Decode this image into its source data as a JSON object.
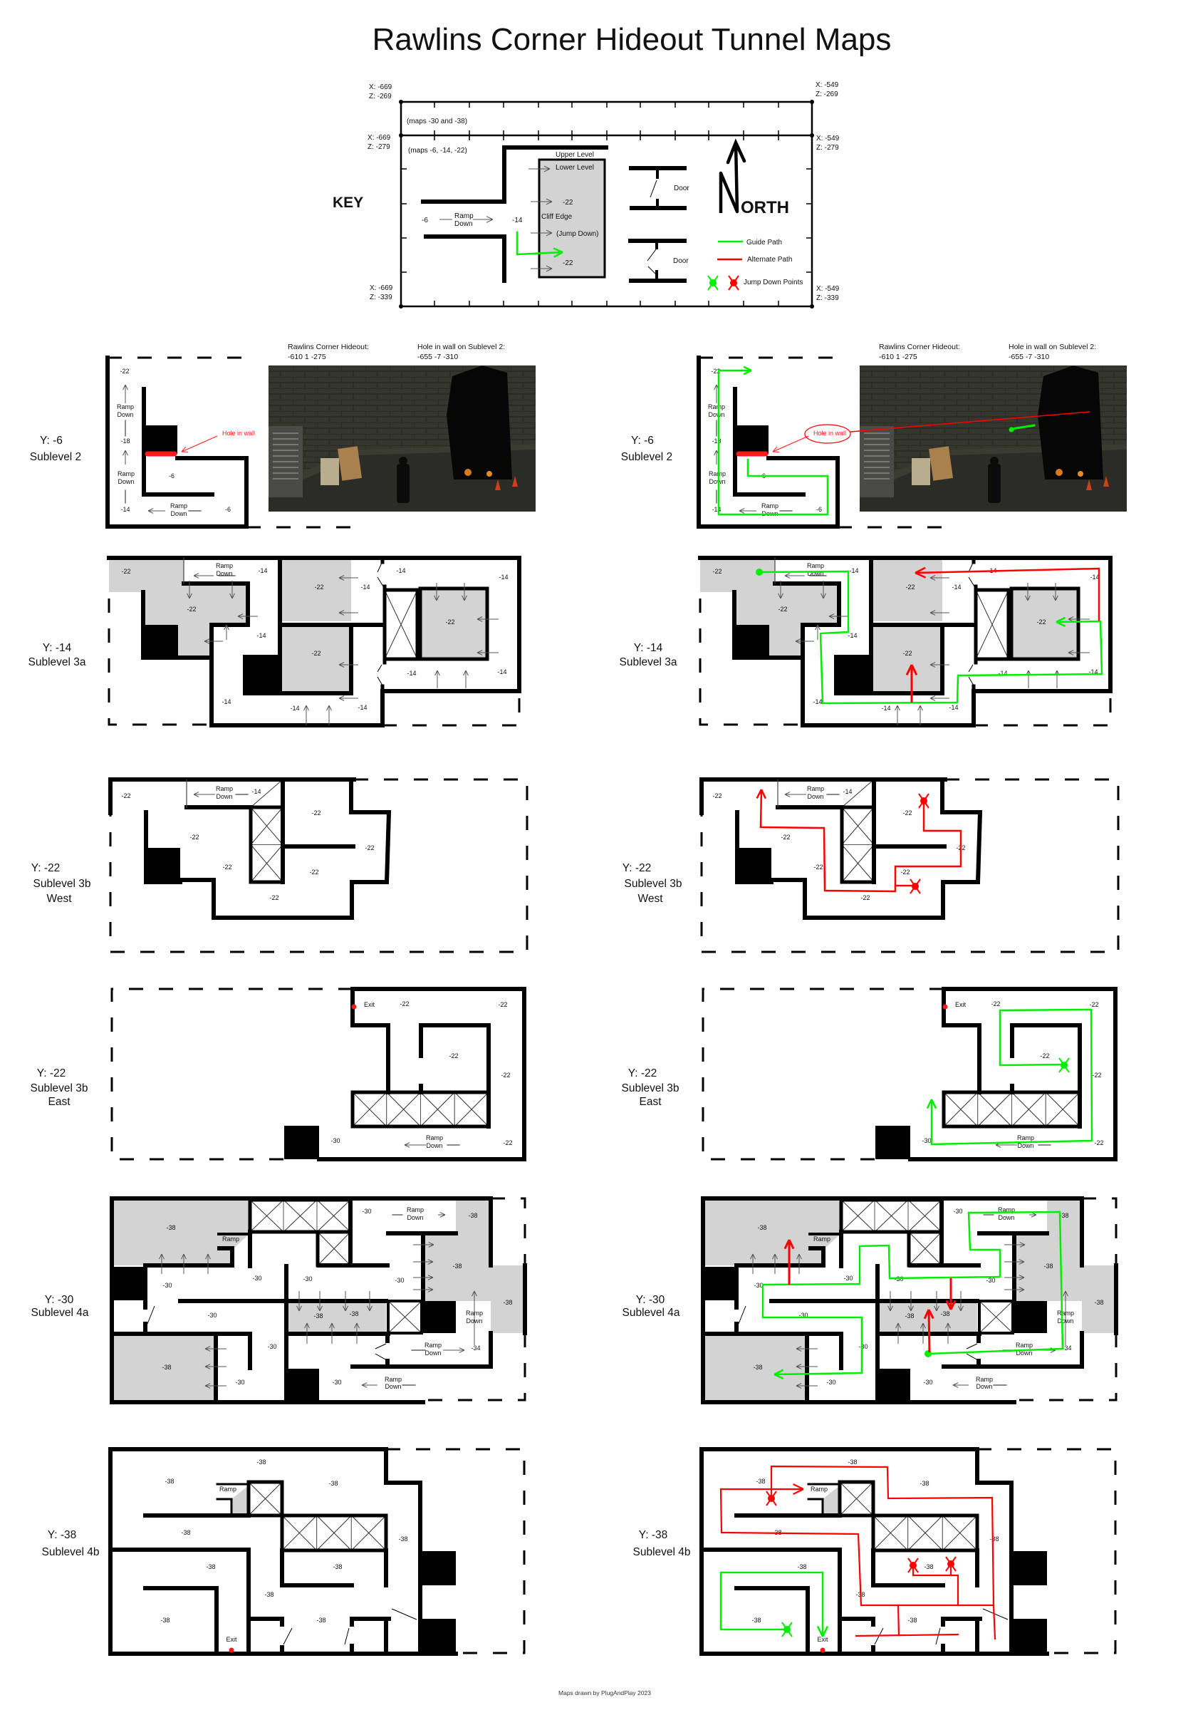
{
  "title": "Rawlins Corner Hideout Tunnel Maps",
  "key": {
    "heading": "KEY",
    "corners": [
      "X: -669",
      "Z: -269",
      "X: -549",
      "Z: -269",
      "X: -669",
      "Z: -279",
      "X: -549",
      "Z: -279",
      "X: -669",
      "Z: -339",
      "X: -549",
      "Z: -339"
    ],
    "note_top": "(maps -30 and -38)",
    "note_bottom": "(maps -6, -14, -22)",
    "upper_level": "Upper Level",
    "lower_level": "Lower Level",
    "level_a": "-22",
    "cliff_edge": "Cliff Edge",
    "jump_down": "(Jump Down)",
    "level_b": "-22",
    "from_level": "-6",
    "ramp": "Ramp",
    "down": "Down",
    "to_level": "-14",
    "door_1": "Door",
    "door_2": "Door",
    "north_rest": "ORTH",
    "legend": {
      "guide": "Guide Path",
      "alternate": "Alternate Path",
      "jump": "Jump Down Points",
      "colors": {
        "guide": "#00ee00",
        "alternate": "#ff0000",
        "floor_lower": "#d3d3d3"
      }
    }
  },
  "photo": {
    "caption_1_title": "Rawlins Corner Hideout:",
    "caption_1_coords": "-610 1 -275",
    "caption_2_title": "Hole in wall on Sublevel 2:",
    "caption_2_coords": "-655 -7 -310"
  },
  "maps": [
    {
      "y_label": "Y: -6",
      "name_lines": [
        "Sublevel 2"
      ],
      "labels": [
        "-22",
        "Ramp",
        "Down",
        "-18",
        "Ramp",
        "Down",
        "-14",
        "Ramp",
        "Down",
        "-6",
        "-6",
        "Hole in wall"
      ]
    },
    {
      "y_label": "Y: -14",
      "name_lines": [
        "Sublevel 3a"
      ],
      "labels": [
        "-22",
        "Ramp",
        "Down",
        "-14",
        "-22",
        "-14",
        "-22",
        "-14",
        "-14",
        "-22",
        "-14",
        "-14",
        "-14",
        "-14",
        "-14",
        "-22",
        "-14"
      ]
    },
    {
      "y_label": "Y: -22",
      "name_lines": [
        "Sublevel 3b",
        "West"
      ],
      "labels": [
        "-22",
        "Ramp",
        "Down",
        "-14",
        "-22",
        "-22",
        "-22",
        "-22",
        "-22",
        "-22"
      ]
    },
    {
      "y_label": "Y: -22",
      "name_lines": [
        "Sublevel 3b",
        "East"
      ],
      "labels": [
        "Exit",
        "-22",
        "-22",
        "-22",
        "-22",
        "-30",
        "Ramp",
        "Down",
        "-22"
      ]
    },
    {
      "y_label": "Y: -30",
      "name_lines": [
        "Sublevel 4a"
      ],
      "labels": [
        "-38",
        "Ramp",
        "-30",
        "-30",
        "-30",
        "-30",
        "-30",
        "-38",
        "-38",
        "-38",
        "-30",
        "-30",
        "-30",
        "-30",
        "Ramp",
        "Down",
        "-38",
        "-38",
        "-38",
        "Ramp",
        "Down",
        "Ramp",
        "Down",
        "-34",
        "Ramp",
        "Down"
      ]
    },
    {
      "y_label": "Y: -38",
      "name_lines": [
        "Sublevel 4b"
      ],
      "labels": [
        "-38",
        "-38",
        "Ramp",
        "-38",
        "-38",
        "-38",
        "-38",
        "-38",
        "-38",
        "-38",
        "-38",
        "Exit"
      ]
    }
  ],
  "footer": "Maps drawn by PlugAndPlay 2023"
}
